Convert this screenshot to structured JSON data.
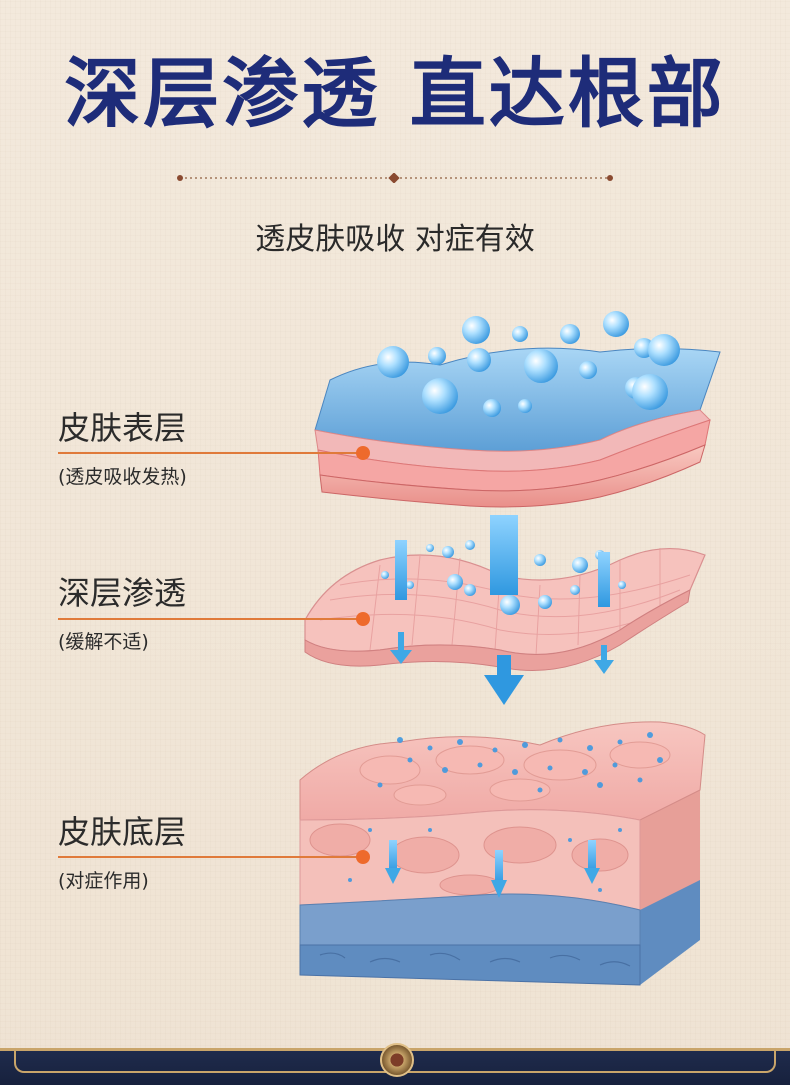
{
  "title": "深层渗透  直达根部",
  "subtitle": "透皮肤吸收 对症有效",
  "layers": [
    {
      "name": "皮肤表层",
      "desc": "(透皮吸收发热)"
    },
    {
      "name": "深层渗透",
      "desc": "(缓解不适)"
    },
    {
      "name": "皮肤底层",
      "desc": "(对症作用)"
    }
  ],
  "colors": {
    "title": "#1e2c79",
    "accent": "#ee6a2c",
    "skin_pink": "#f4b7b0",
    "skin_blue": "#7ab4e0",
    "arrow_blue": "#3fa8e6"
  }
}
